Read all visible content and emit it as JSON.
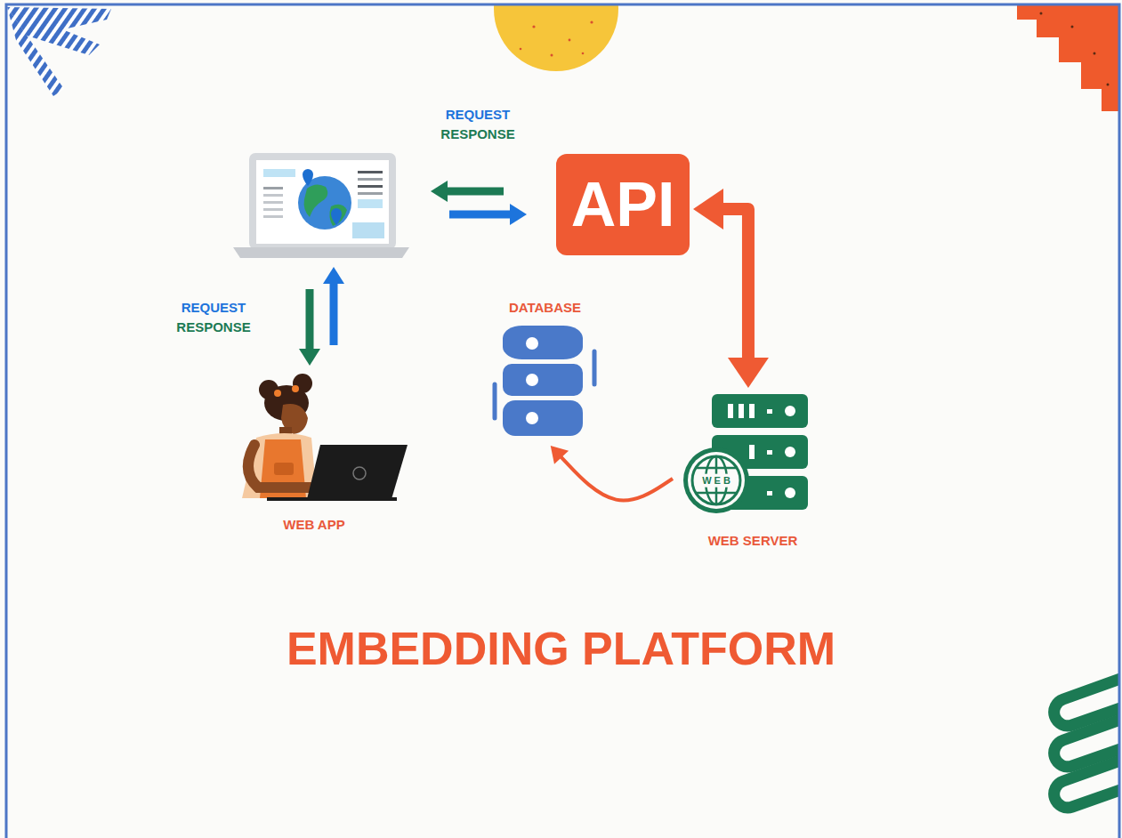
{
  "diagram": {
    "title": "EMBEDDING PLATFORM",
    "nodes": [
      {
        "text": [
          "WEB APP"
        ]
      },
      {
        "text": [
          "API"
        ]
      },
      {
        "text": [
          "WEB SERVER"
        ]
      },
      {
        "text": [
          "DATABASE"
        ]
      }
    ],
    "edges": [
      {
        "from": 1,
        "to": 2,
        "arrow": "both"
      },
      {
        "from": 2,
        "to": 3,
        "arrow": "to"
      }
    ],
    "labels": [
      "REQUEST",
      "RESPONSE",
      "REQUEST",
      "RESPONSE",
      "WEB"
    ]
  }
}
